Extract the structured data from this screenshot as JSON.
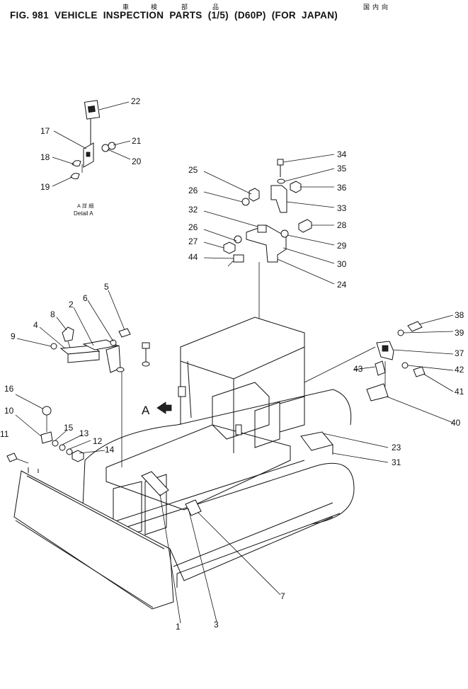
{
  "header": {
    "jp_chars": [
      "車",
      "検",
      "部",
      "品",
      "国",
      "内",
      "向"
    ],
    "title": "FIG. 981  VEHICLE  INSPECTION  PARTS  (1/5)  (D60P)  (FOR  JAPAN)"
  },
  "detail": {
    "jp_label": "A 詳 細",
    "label": "Detail A",
    "view_marker": "A"
  },
  "callouts": [
    "1",
    "2",
    "3",
    "4",
    "5",
    "6",
    "7",
    "8",
    "9",
    "10",
    "11",
    "12",
    "13",
    "14",
    "15",
    "16",
    "17",
    "18",
    "19",
    "20",
    "21",
    "22",
    "23",
    "24",
    "25",
    "26",
    "26",
    "27",
    "28",
    "29",
    "30",
    "31",
    "32",
    "33",
    "34",
    "35",
    "36",
    "37",
    "38",
    "39",
    "40",
    "41",
    "42",
    "43",
    "44"
  ]
}
